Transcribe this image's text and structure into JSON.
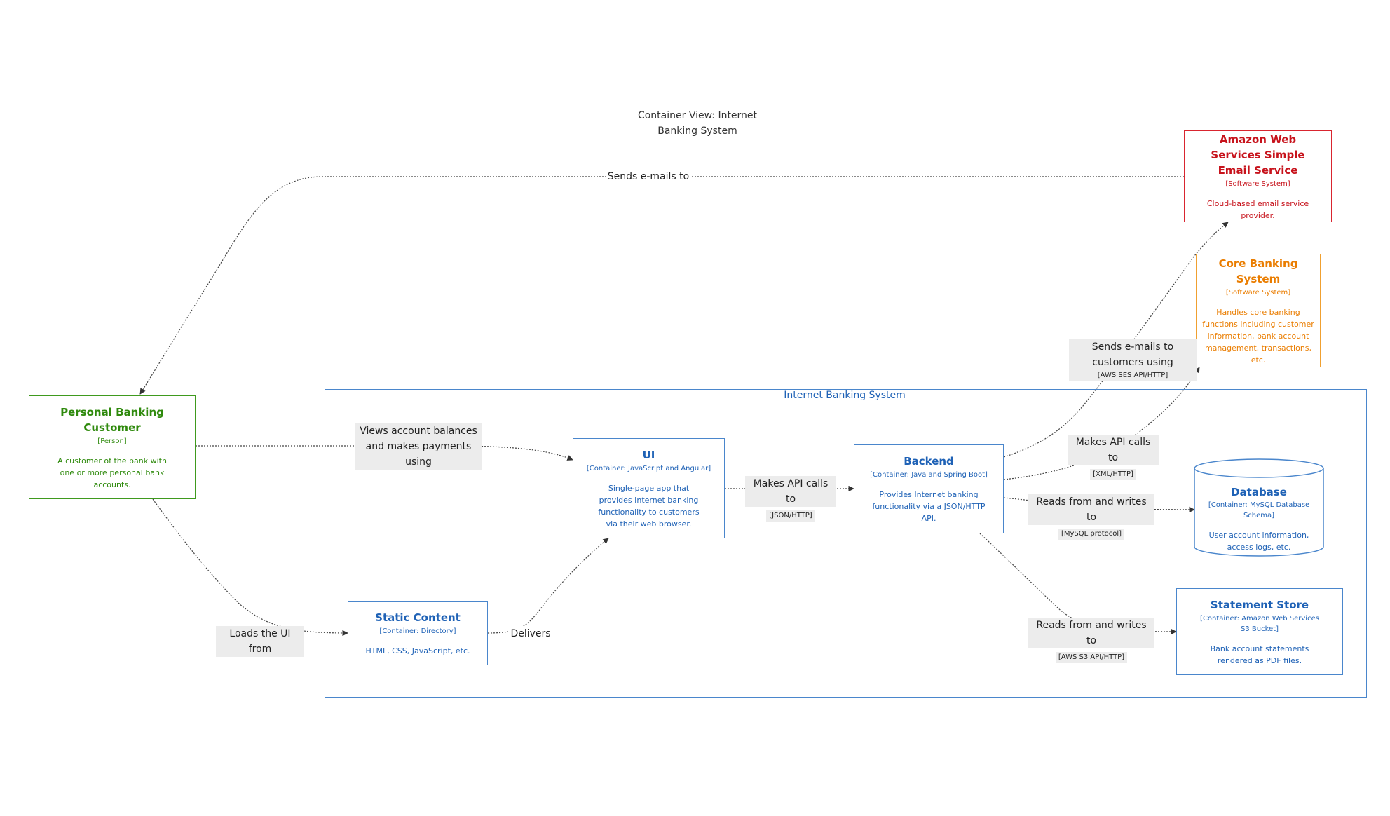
{
  "diagram": {
    "title": "Container View: Internet\nBanking System",
    "boundary": {
      "label": "Internet Banking System"
    },
    "nodes": {
      "customer": {
        "name": "Personal Banking Customer",
        "type": "[Person]",
        "desc": "A customer of the bank with one or more personal bank accounts.",
        "color": "#3f9a1e"
      },
      "email": {
        "name": "Amazon Web Services Simple Email Service",
        "type": "[Software System]",
        "desc": "Cloud-based email service provider.",
        "color": "#d9252f"
      },
      "core": {
        "name": "Core Banking System",
        "type": "[Software System]",
        "desc": "Handles core banking functions including customer information, bank account management, transactions, etc.",
        "color": "#f0a030"
      },
      "ui": {
        "name": "UI",
        "type": "[Container: JavaScript and Angular]",
        "desc": "Single-page app that provides Internet banking functionality to customers via their web browser.",
        "color": "#4a86cc"
      },
      "backend": {
        "name": "Backend",
        "type": "[Container: Java and Spring Boot]",
        "desc": "Provides Internet banking functionality via a JSON/HTTP API.",
        "color": "#4a86cc"
      },
      "database": {
        "name": "Database",
        "type": "[Container: MySQL Database Schema]",
        "desc": "User account information, access logs, etc.",
        "color": "#4a86cc"
      },
      "static": {
        "name": "Static Content",
        "type": "[Container: Directory]",
        "desc": "HTML, CSS, JavaScript, etc.",
        "color": "#4a86cc"
      },
      "statement": {
        "name": "Statement Store",
        "type": "[Container: Amazon Web Services S3 Bucket]",
        "desc": "Bank account statements rendered as PDF files.",
        "color": "#4a86cc"
      }
    },
    "edges": {
      "sends_emails": {
        "label": "Sends e-mails to"
      },
      "views": {
        "label": "Views account balances and makes payments using"
      },
      "loads": {
        "label": "Loads the UI from"
      },
      "delivers": {
        "label": "Delivers"
      },
      "api_json": {
        "label": "Makes API calls to",
        "tech": "[JSON/HTTP]"
      },
      "send_customers": {
        "label": "Sends e-mails to customers using",
        "tech": "[AWS SES API/HTTP]"
      },
      "api_xml": {
        "label": "Makes API calls to",
        "tech": "[XML/HTTP]"
      },
      "rw_db": {
        "label": "Reads from and writes to",
        "tech": "[MySQL protocol]"
      },
      "rw_s3": {
        "label": "Reads from and writes to",
        "tech": "[AWS S3 API/HTTP]"
      }
    }
  }
}
